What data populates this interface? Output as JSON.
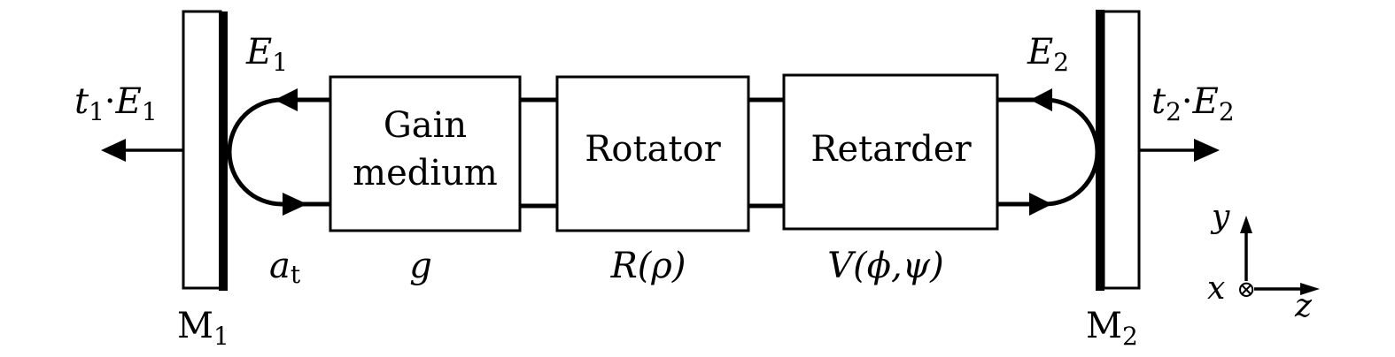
{
  "diagram": {
    "mirror_left": {
      "label": "M",
      "sub": "1"
    },
    "mirror_right": {
      "label": "M",
      "sub": "2"
    },
    "field_left": {
      "label": "E",
      "sub": "1"
    },
    "field_right": {
      "label": "E",
      "sub": "2"
    },
    "output_left": {
      "t": "t",
      "t_sub": "1",
      "dot": "·",
      "E": "E",
      "E_sub": "1"
    },
    "output_right": {
      "t": "t",
      "t_sub": "2",
      "dot": "·",
      "E": "E",
      "E_sub": "2"
    },
    "reflect_coef": {
      "label": "a",
      "sub": "t"
    },
    "components": [
      {
        "line1": "Gain",
        "line2": "medium",
        "symbol": "g"
      },
      {
        "line1": "Rotator",
        "symbol": "R(ρ)"
      },
      {
        "line1": "Retarder",
        "symbol": "V(ϕ,ψ)"
      }
    ],
    "axes": {
      "y": "y",
      "x": "x",
      "z": "z",
      "x_marker": "⊗"
    }
  }
}
